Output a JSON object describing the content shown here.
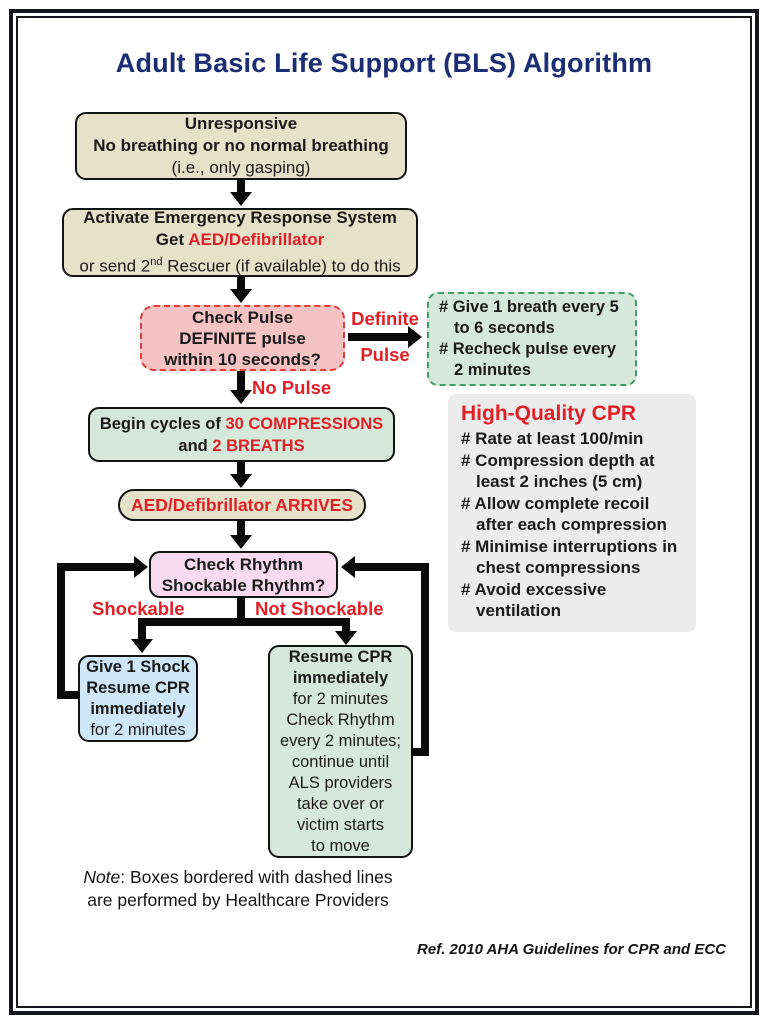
{
  "title": "Adult Basic Life Support (BLS) Algorithm",
  "colors": {
    "title_navy": "#1b2d74",
    "accent_red": "#e01f26",
    "tan_fill": "#e6e2ca",
    "pink_fill": "#f5c3c3",
    "pink_dash_border": "#e23b3b",
    "green_fill": "#d6e8d9",
    "green_dash_border": "#3f9e68",
    "blue_fill": "#d0e7f8",
    "lavender_fill": "#f8dbf0",
    "gray_panel_fill": "#ececec",
    "connector_black": "#0a0a0a",
    "frame_dark": "#15151c"
  },
  "boxes": {
    "unresponsive": {
      "line1": "Unresponsive",
      "line2": "No breathing or no normal breathing",
      "line3": "(i.e., only gasping)"
    },
    "activate": {
      "line1": "Activate Emergency Response System",
      "line2_black": "Get ",
      "line2_red": "AED/Defibrillator",
      "line3_pre": "or send 2",
      "line3_sup": "nd",
      "line3_post": " Rescuer (if available) to do this"
    },
    "check_pulse": {
      "line1": "Check Pulse",
      "line2": "DEFINITE pulse",
      "line3": "within 10 seconds?"
    },
    "breaths": {
      "items": [
        "# Give 1 breath every 5 to 6 seconds",
        "# Recheck pulse every 2 minutes"
      ]
    },
    "begin_cycles": {
      "pre": "Begin cycles of ",
      "red1": "30 COMPRESSIONS",
      "mid": "and ",
      "red2": "2 BREATHS"
    },
    "aed_arrives": {
      "label": "AED/Defibrillator ARRIVES"
    },
    "check_rhythm": {
      "line1": "Check Rhythm",
      "line2": "Shockable Rhythm?"
    },
    "give_shock": {
      "line1": "Give 1 Shock",
      "line2": "Resume CPR",
      "line3": "immediately",
      "line4": "for 2 minutes"
    },
    "resume_cpr": {
      "lines": [
        "Resume CPR",
        "immediately",
        "for 2 minutes",
        "Check Rhythm",
        "every 2 minutes;",
        "continue until",
        "ALS providers",
        "take over or",
        "victim starts",
        "to move"
      ]
    },
    "high_quality_cpr": {
      "title": "High-Quality CPR",
      "items": [
        "# Rate at least 100/min",
        "# Compression depth at least 2 inches (5 cm)",
        "# Allow complete recoil after each compression",
        "# Minimise interruptions in chest compressions",
        "# Avoid excessive ventilation"
      ]
    }
  },
  "labels": {
    "definite_pulse_line1": "Definite",
    "definite_pulse_line2": "Pulse",
    "no_pulse": "No Pulse",
    "shockable": "Shockable",
    "not_shockable": "Not Shockable"
  },
  "footer": {
    "note_prefix": "Note",
    "note_line1_rest": ": Boxes bordered with dashed lines",
    "note_line2": "are performed by Healthcare Providers",
    "reference": "Ref. 2010 AHA Guidelines for CPR and ECC"
  }
}
